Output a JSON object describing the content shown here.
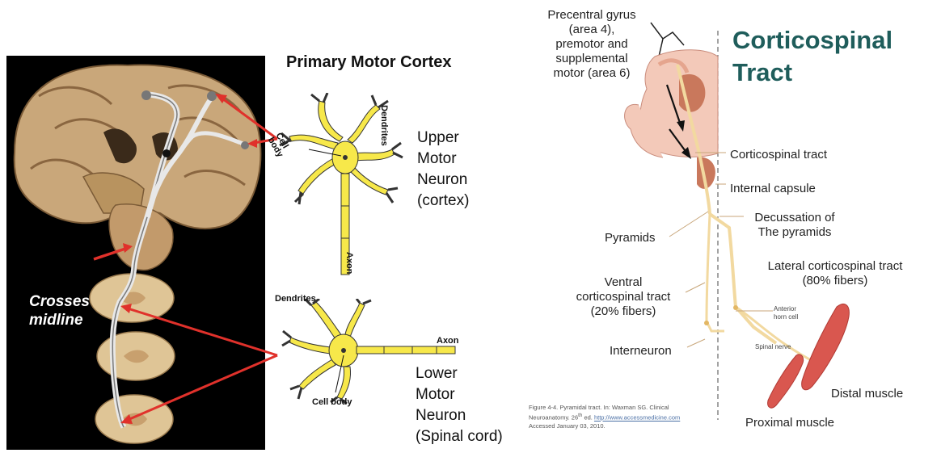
{
  "left_panel": {
    "crosses_midline": [
      "Crosses",
      "midline"
    ],
    "title": "Primary Motor Cortex",
    "upper": {
      "lines": [
        "Upper",
        "Motor",
        "Neuron",
        "(cortex)"
      ],
      "labels": {
        "dendrites": "Dendrites",
        "cell_body": [
          "Cell",
          "body"
        ],
        "axon": "Axon"
      }
    },
    "lower": {
      "lines": [
        "Lower",
        "Motor",
        "Neuron",
        "(Spinal cord)"
      ],
      "labels": {
        "dendrites": "Dendrites",
        "cell_body": "Cell body",
        "axon": "Axon"
      }
    }
  },
  "right_panel": {
    "title": [
      "Corticospinal",
      "Tract"
    ],
    "labels": {
      "precentral": [
        "Precentral gyrus",
        "(area 4),",
        "premotor and",
        "supplemental",
        "motor (area 6)"
      ],
      "corticospinal_tract": "Corticospinal tract",
      "internal_capsule": "Internal capsule",
      "decussation": [
        "Decussation of",
        "The pyramids"
      ],
      "pyramids": "Pyramids",
      "lateral": [
        "Lateral corticospinal tract",
        "(80% fibers)"
      ],
      "ventral": [
        "Ventral",
        "corticospinal tract",
        "(20% fibers)"
      ],
      "anterior_horn": [
        "Anterior",
        "horn cell"
      ],
      "spinal_nerve": "Spinal nerve",
      "interneuron": "Interneuron",
      "distal_muscle": "Distal muscle",
      "proximal_muscle": "Proximal muscle"
    },
    "caption": {
      "line1": "Figure 4-4. Pyramidal tract. In: Waxman SG. Clinical",
      "line2_a": "Neuroanatomy. 26",
      "line2_sup": "th",
      "line2_b": " ed. ",
      "line2_link": "http://www.accessmedicine.com",
      "line3": "Accessed January 03, 2010."
    }
  },
  "colors": {
    "title_teal": "#1f5d5b",
    "neuron_yellow": "#f7e84a",
    "tract_tan": "#f2d9a0",
    "muscle_red": "#d9574f",
    "arrow_red": "#e0312b"
  }
}
